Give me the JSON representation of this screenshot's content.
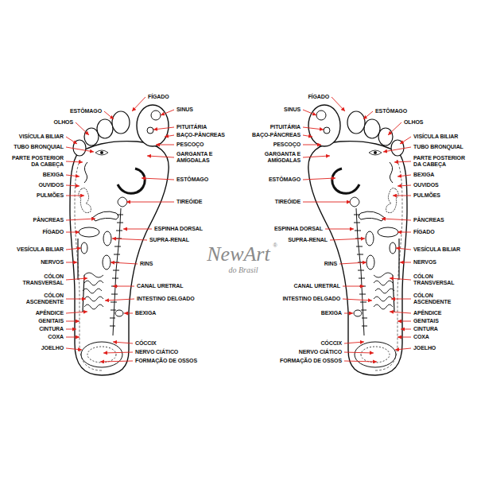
{
  "diagram": {
    "labels": [
      "ESTÔMAGO",
      "OLHOS",
      "VISÍCULA BILIAR",
      "TUBO BRONQUIAL",
      "PARTE POSTERIOR DA CABEÇA",
      "BEXIGA",
      "OUVIDOS",
      "PULMÕES",
      "PÂNCREAS",
      "FÍGADO",
      "VESÍCULA BILIAR",
      "NERVOS",
      "CÓLON TRANSVERSAL",
      "CÓLON ASCENDENTE",
      "APÊNDICE",
      "GENITAIS",
      "CINTURA",
      "COXA",
      "JOELHO",
      "FÍGADO",
      "SINUS",
      "PITUITÁRIA",
      "BAÇO-PÂNCREAS",
      "PESCOÇO",
      "GARGANTA E AMÍGDALAS",
      "ESTÔMAGO",
      "TIREÓIDE",
      "ESPINHA DORSAL",
      "SUPRA-RENAL",
      "RINS",
      "CANAL URETRAL",
      "INTESTINO DELGADO",
      "BEXIGA",
      "CÓCCIX",
      "NERVO CIÁTICO",
      "FORMAÇÃO DE OSSOS",
      "FÍGADO",
      "SINUS",
      "PITUITÁRIA",
      "BAÇO-PÂNCREAS",
      "PESCOÇO",
      "GARGANTA E AMÍGDALAS",
      "ESTÔMAGO",
      "TIREÓIDE",
      "ESPINHA DORSAL",
      "SUPRA-RENAL",
      "RINS",
      "CANAL URETRAL",
      "INTESTINO DELGADO",
      "BEXIGA",
      "CÓCCIX",
      "NERVO CIÁTICO",
      "FORMAÇÃO DE OSSOS",
      "ESTÔMAGO",
      "OLHOS",
      "VISÍCULA BILIAR",
      "TUBO BRONQUIAL",
      "PARTE POSTERIOR DA CABEÇA",
      "BEXIGA",
      "OUVIDOS",
      "PULMÕES",
      "PÂNCREAS",
      "FÍGADO",
      "VESÍCULA BILIAR",
      "NERVOS",
      "CÓLON TRANSVERSAL",
      "CÓLON ASCENDENTE",
      "APÊNDICE",
      "GENITAIS",
      "CINTURA",
      "COXA",
      "JOELHO",
      "NewArt",
      "do Brasil",
      "®"
    ]
  }
}
